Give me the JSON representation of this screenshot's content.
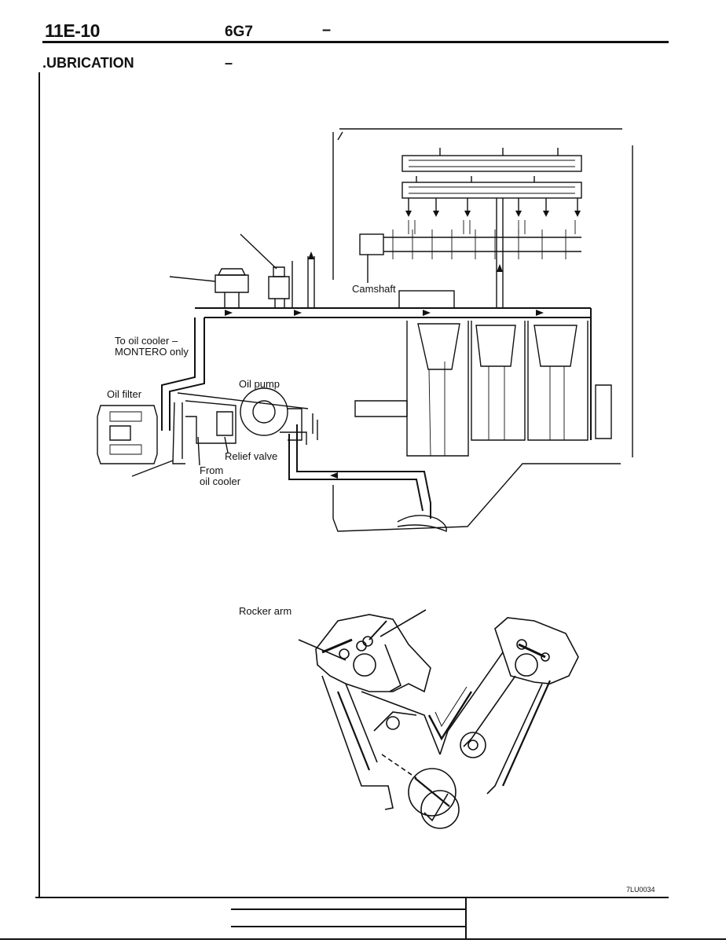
{
  "header": {
    "page_number": "11E-10",
    "engine_code": "6G7",
    "dash": "–",
    "section_title": ".UBRICATION",
    "section_dash": "–"
  },
  "diagram_top": {
    "labels": {
      "camshaft": "Camshaft",
      "to_oil_cooler_line1": "To oil cooler –",
      "to_oil_cooler_line2": "MONTERO only",
      "oil_filter": "Oil filter",
      "oil_pump": "Oil pump",
      "relief_valve": "Relief valve",
      "from_oil_cooler_line1": "From",
      "from_oil_cooler_line2": "oil cooler"
    }
  },
  "diagram_bottom": {
    "labels": {
      "rocker_arm": "Rocker arm"
    }
  },
  "figure_code": "7LU0034"
}
